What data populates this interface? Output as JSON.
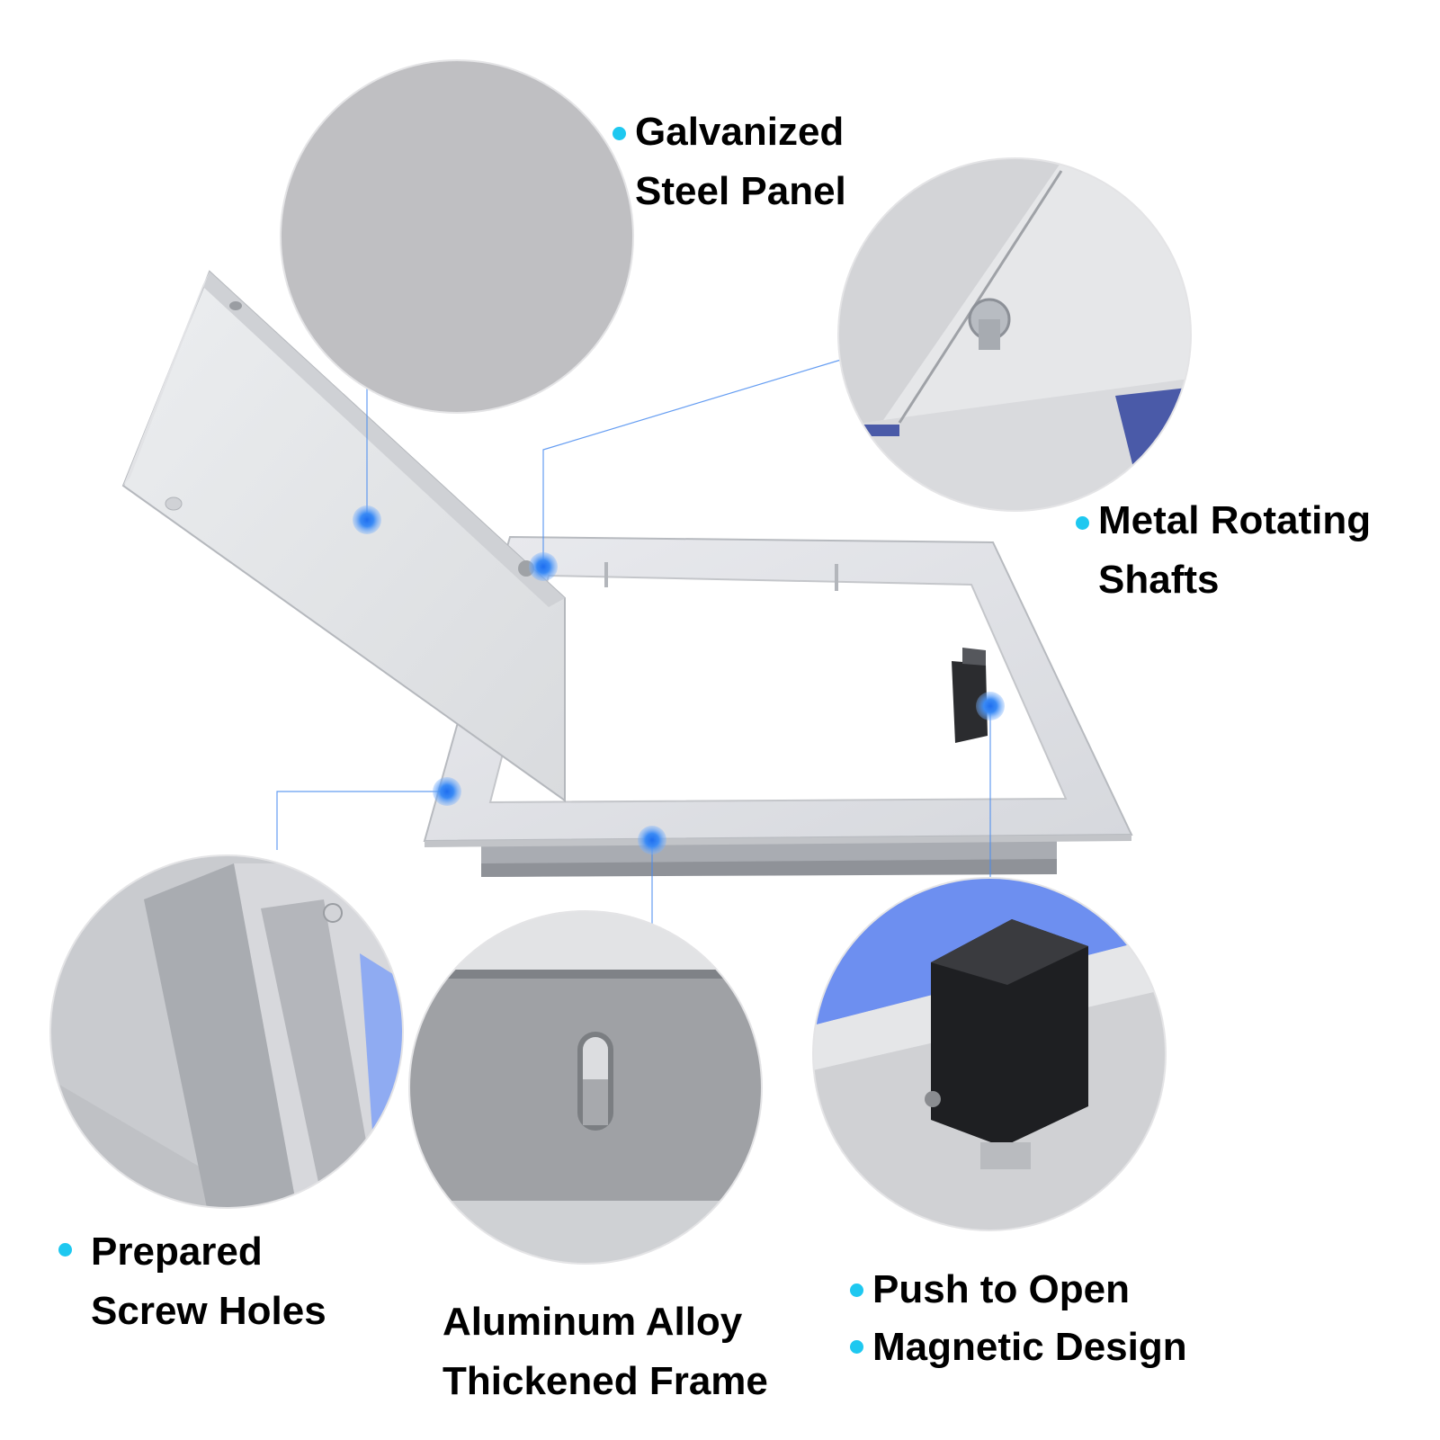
{
  "colors": {
    "accent": "#1ec8f0",
    "callout": "#4a8cf0",
    "backdrop": "#8fabf2"
  },
  "features": [
    {
      "name": "galvanized-steel-panel",
      "lines": [
        "Galvanized",
        "Steel Panel"
      ]
    },
    {
      "name": "metal-rotating-shafts",
      "lines": [
        "Metal Rotating",
        "Shafts"
      ]
    },
    {
      "name": "prepared-screw-holes",
      "lines": [
        "Prepared",
        "Screw Holes"
      ]
    },
    {
      "name": "aluminum-alloy-frame",
      "lines": [
        "Aluminum Alloy",
        "Thickened Frame"
      ]
    },
    {
      "name": "push-to-open",
      "lines": [
        "Push to Open"
      ]
    },
    {
      "name": "magnetic-design",
      "lines": [
        "Magnetic Design"
      ]
    }
  ]
}
